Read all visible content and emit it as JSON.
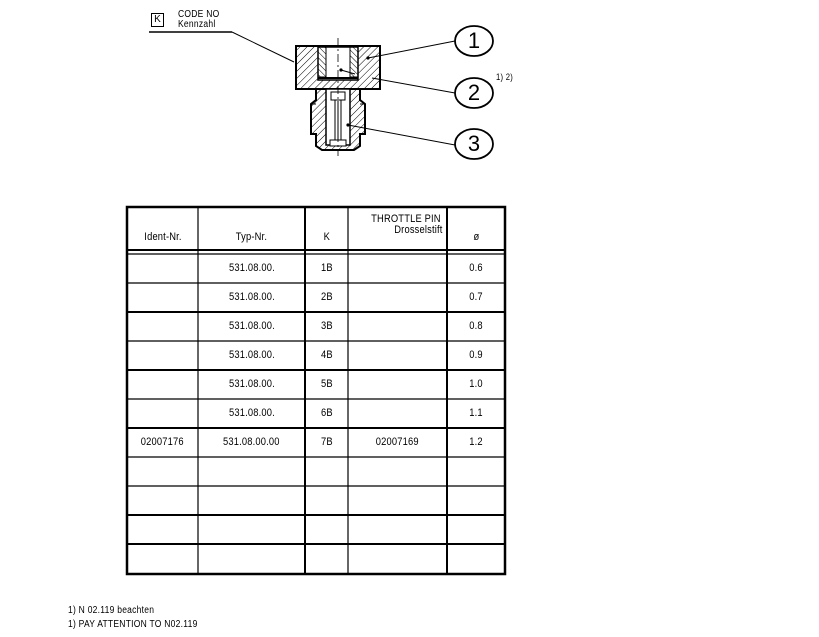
{
  "drawing": {
    "code_label": {
      "box_letter": "K",
      "line1": "CODE NO",
      "line2": "Kennzahl"
    },
    "callouts": [
      {
        "number": "1"
      },
      {
        "number": "2"
      },
      {
        "number": "3"
      }
    ],
    "callout_2_note": "1)  2)"
  },
  "table": {
    "headers": {
      "ident": "Ident-Nr.",
      "typ": "Typ-Nr.",
      "k": "K",
      "throttle_line1": "THROTTLE PIN",
      "throttle_line2": "Drosselstift",
      "diameter": "ø"
    },
    "rows": [
      {
        "ident": "",
        "typ": "531.08.00.",
        "k": "1B",
        "throttle": "",
        "diameter": "0.6"
      },
      {
        "ident": "",
        "typ": "531.08.00.",
        "k": "2B",
        "throttle": "",
        "diameter": "0.7"
      },
      {
        "ident": "",
        "typ": "531.08.00.",
        "k": "3B",
        "throttle": "",
        "diameter": "0.8"
      },
      {
        "ident": "",
        "typ": "531.08.00.",
        "k": "4B",
        "throttle": "",
        "diameter": "0.9"
      },
      {
        "ident": "",
        "typ": "531.08.00.",
        "k": "5B",
        "throttle": "",
        "diameter": "1.0"
      },
      {
        "ident": "",
        "typ": "531.08.00.",
        "k": "6B",
        "throttle": "",
        "diameter": "1.1"
      },
      {
        "ident": "02007176",
        "typ": "531.08.00.00",
        "k": "7B",
        "throttle": "02007169",
        "diameter": "1.2"
      },
      {
        "ident": "",
        "typ": "",
        "k": "",
        "throttle": "",
        "diameter": ""
      },
      {
        "ident": "",
        "typ": "",
        "k": "",
        "throttle": "",
        "diameter": ""
      },
      {
        "ident": "",
        "typ": "",
        "k": "",
        "throttle": "",
        "diameter": ""
      },
      {
        "ident": "",
        "typ": "",
        "k": "",
        "throttle": "",
        "diameter": ""
      }
    ]
  },
  "footnotes": [
    "1) N 02.119 beachten",
    "1) PAY ATTENTION TO N02.119"
  ]
}
